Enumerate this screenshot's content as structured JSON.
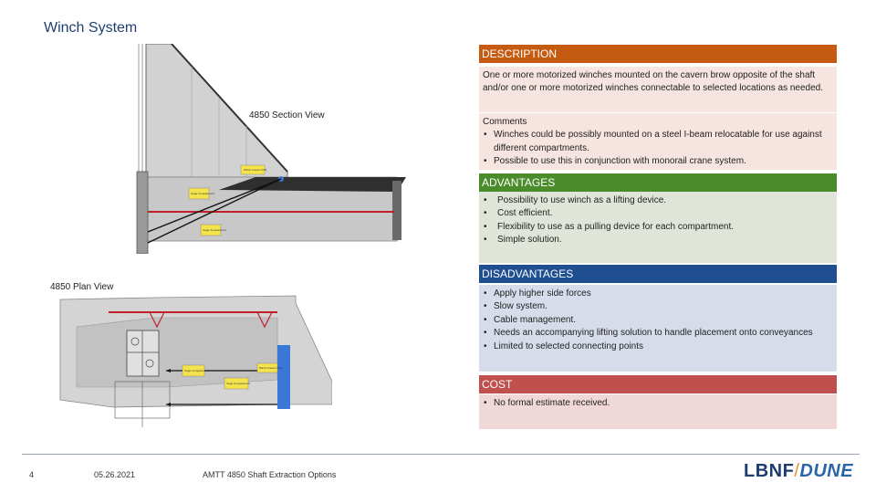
{
  "slide": {
    "title": "Winch System",
    "section_caption": "4850 Section View",
    "plan_caption": "4850 Plan View",
    "figure_labels": {
      "winch_cavern_drift": "Winch Cavern Drift",
      "cage_comp_1": "Cage Compartment",
      "cage_comp_2": "Cage Compartment",
      "plan_cage_1": "Cage Compartment",
      "plan_cage_2": "Cage Compartment",
      "plan_winch": "Winch Cavern Drift"
    }
  },
  "description": {
    "header": "DESCRIPTION",
    "text": "One or more motorized winches mounted on the cavern brow opposite of the shaft and/or one or more motorized winches connectable to selected locations as needed.",
    "comments_label": "Comments",
    "comments": [
      "Winches could be possibly mounted on a steel I-beam relocatable for use against different compartments.",
      "Possible to use this in conjunction with monorail crane system."
    ]
  },
  "advantages": {
    "header": "ADVANTAGES",
    "items": [
      "Possibility to use winch as a lifting device.",
      "Cost efficient.",
      "Flexibility to use as a pulling device for each compartment.",
      "Simple solution."
    ]
  },
  "disadvantages": {
    "header": "DISADVANTAGES",
    "items": [
      "Apply higher side forces",
      "Slow system.",
      "Cable management.",
      "Needs an accompanying lifting solution to handle placement onto conveyances",
      "Limited to selected connecting points"
    ]
  },
  "cost": {
    "header": "COST",
    "items": [
      "No formal estimate received."
    ]
  },
  "footer": {
    "page_number": "4",
    "date": "05.26.2021",
    "doc_title": "AMTT 4850 Shaft Extraction Options",
    "logo_left": "LBNF",
    "logo_slash": "/",
    "logo_right": "DUNE"
  },
  "colors": {
    "title": "#1f3f73",
    "description_header": "#c55a11",
    "description_box": "#f6e4e0",
    "advantages_header": "#4a8c2b",
    "advantages_box": "#dfe6d9",
    "disadvantages_header": "#1f4e91",
    "disadvantages_box": "#d6dcea",
    "cost_header": "#c0504d",
    "cost_box": "#f1d8d8",
    "label_fill": "#f5e34d"
  }
}
